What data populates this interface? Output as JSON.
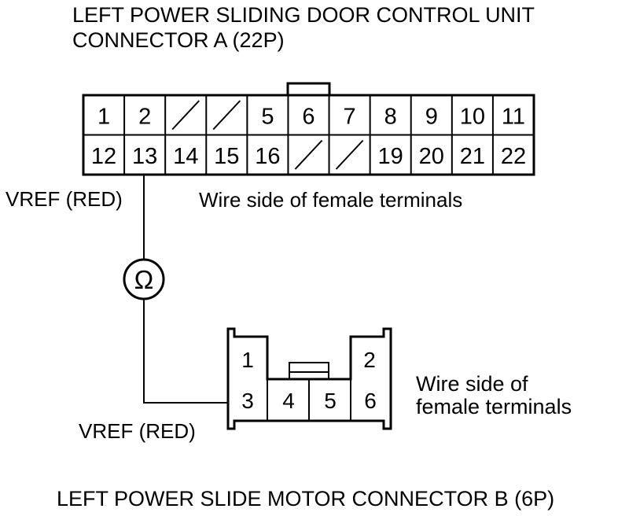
{
  "connector_a": {
    "title_line1": "LEFT POWER SLIDING DOOR CONTROL UNIT",
    "title_line2": "CONNECTOR A (22P)",
    "row1": [
      "1",
      "2",
      "",
      "",
      "5",
      "6",
      "7",
      "8",
      "9",
      "10",
      "11"
    ],
    "row2": [
      "12",
      "13",
      "14",
      "15",
      "16",
      "",
      "",
      "19",
      "20",
      "21",
      "22"
    ],
    "wire_side_label": "Wire side of female terminals",
    "probe_label": "VREF (RED)"
  },
  "meter": {
    "symbol": "Ω",
    "icon": "ohmmeter-icon"
  },
  "connector_b": {
    "title": "LEFT POWER SLIDE MOTOR CONNECTOR B (6P)",
    "top_left": "1",
    "top_right": "2",
    "bottom": [
      "3",
      "4",
      "5",
      "6"
    ],
    "wire_side_line1": "Wire side of",
    "wire_side_line2": "female terminals",
    "probe_label": "VREF (RED)"
  }
}
